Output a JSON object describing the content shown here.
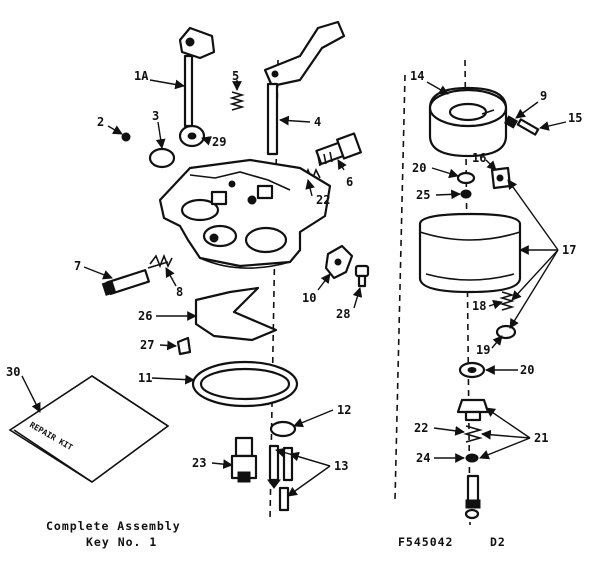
{
  "diagram": {
    "part_labels": [
      "1A",
      "2",
      "3",
      "29",
      "5",
      "4",
      "6",
      "22",
      "7",
      "8",
      "10",
      "28",
      "26",
      "27",
      "11",
      "12",
      "30",
      "23",
      "13",
      "14",
      "9",
      "15",
      "20",
      "16",
      "25",
      "17",
      "18",
      "19",
      "20",
      "22",
      "21",
      "24"
    ],
    "repair_kit_text": "REPAIR KIT",
    "caption_line1": "Complete Assembly",
    "caption_line2": "Key No. 1",
    "figure_code": "F545042",
    "figure_suffix": "D2"
  }
}
